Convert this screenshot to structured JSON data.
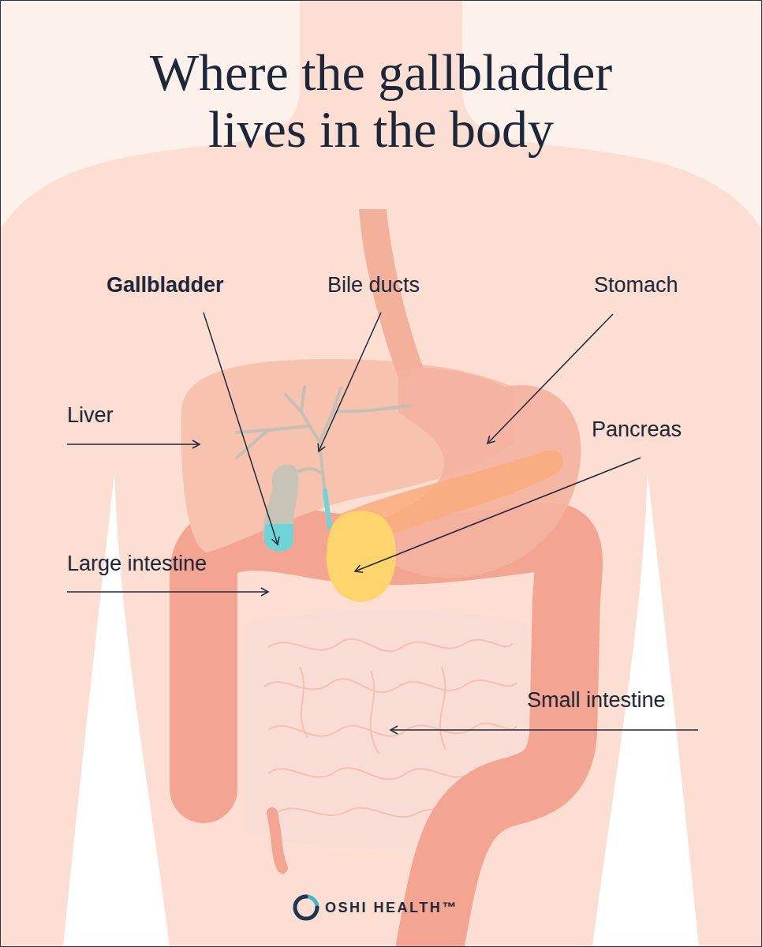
{
  "diagram": {
    "title": "Where the gallbladder lives in the body",
    "labels": [
      "Gallbladder",
      "Bile ducts",
      "Stomach",
      "Liver",
      "Pancreas",
      "Large intestine",
      "Small intestine",
      "OSHI HEALTH™"
    ]
  }
}
